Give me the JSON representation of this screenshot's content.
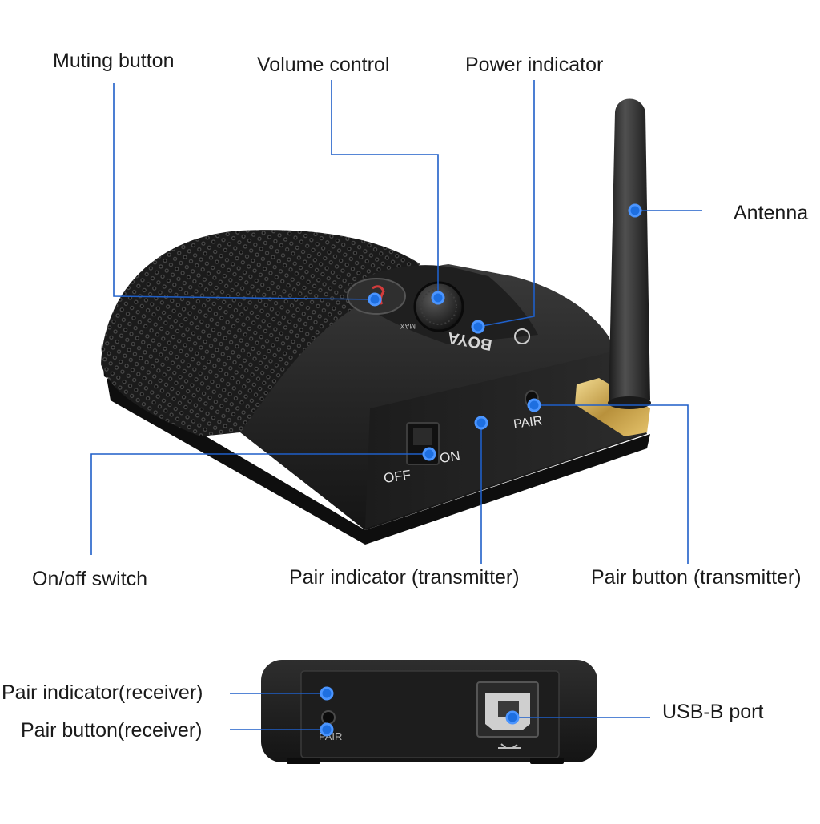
{
  "callouts": {
    "muting_button": "Muting button",
    "volume_control": "Volume control",
    "power_indicator": "Power indicator",
    "antenna": "Antenna",
    "on_off_switch": "On/off switch",
    "pair_indicator_transmitter": "Pair indicator (transmitter)",
    "pair_button_transmitter": "Pair button (transmitter)",
    "pair_indicator_receiver": "Pair indicator(receiver)",
    "pair_button_receiver": "Pair button(receiver)",
    "usb_b_port": "USB-B port"
  },
  "device_markings": {
    "brand": "BOYA",
    "off": "OFF",
    "on": "ON",
    "pair": "PAIR",
    "max": "MAX",
    "receiver_pair": "PAIR"
  },
  "colors": {
    "leader_line": "#1f5fc8",
    "marker": "#1e6fe0",
    "device_body": "#242424",
    "label_text": "#1a1a1a"
  }
}
